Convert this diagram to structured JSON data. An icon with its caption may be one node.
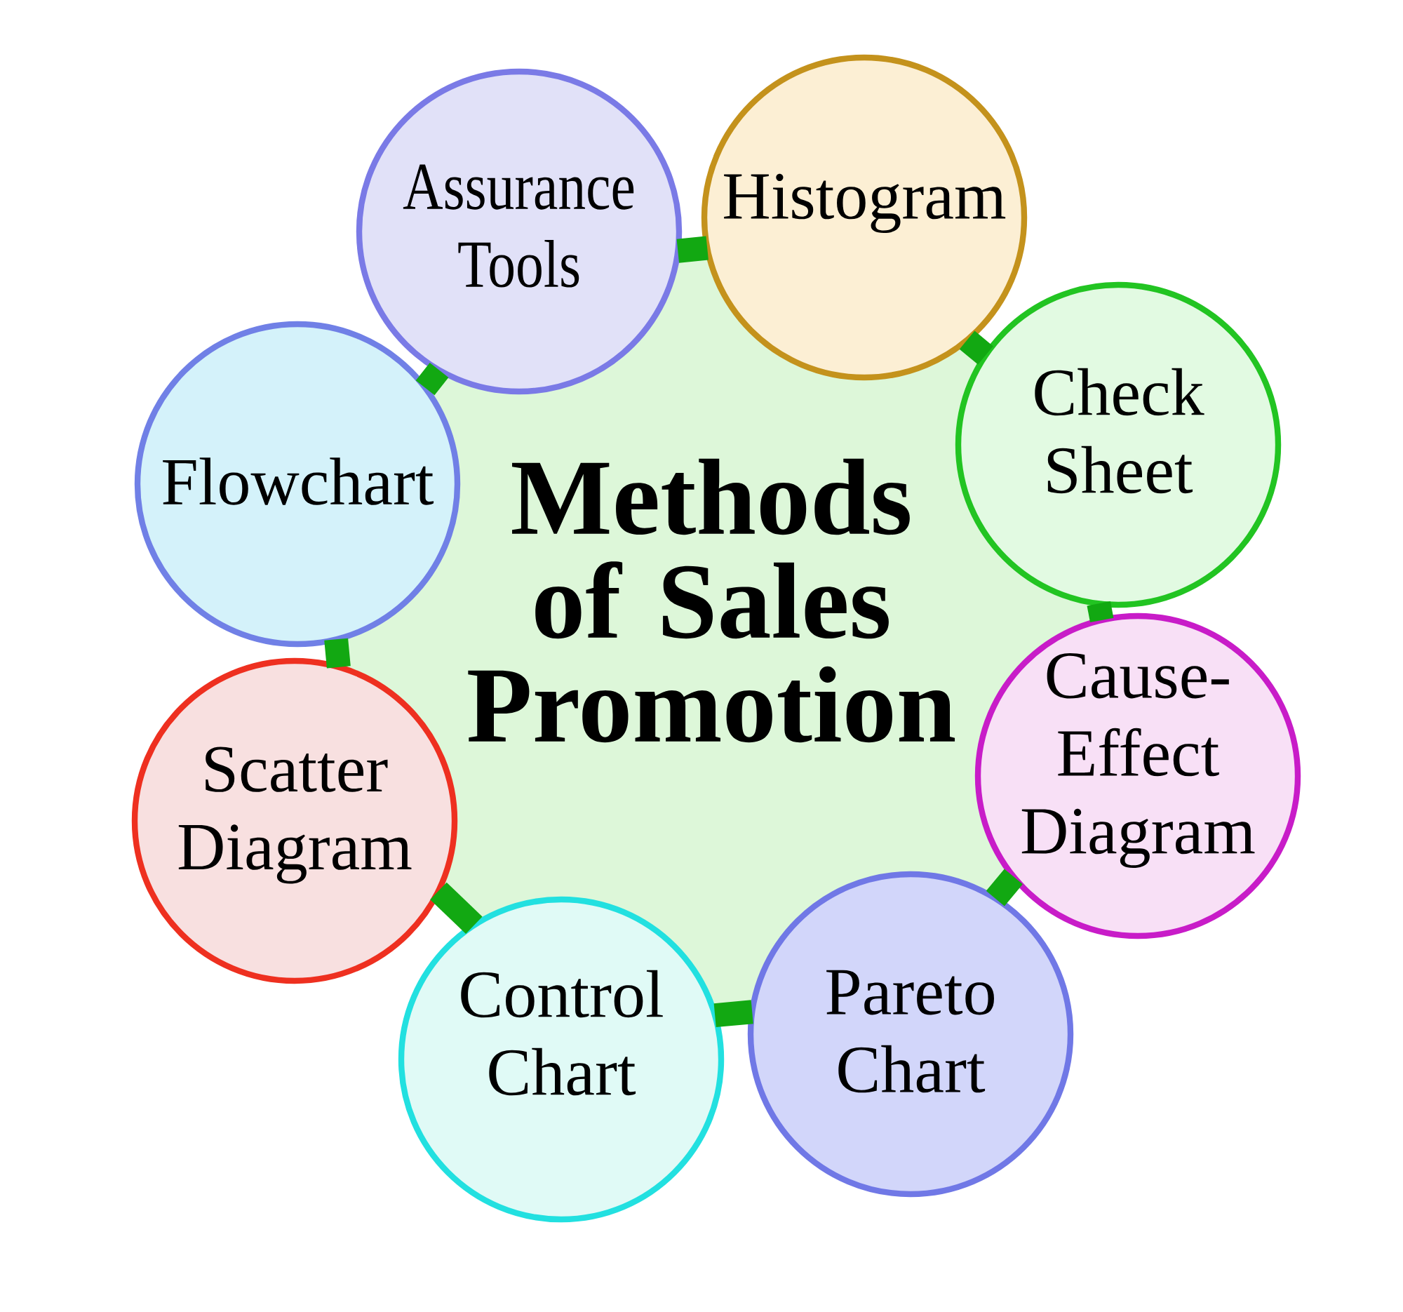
{
  "diagram": {
    "nodes": [
      {
        "text": [
          "Methods of Sales Promotion"
        ]
      },
      {
        "text": [
          "Assurance Tools"
        ]
      },
      {
        "text": [
          "Histogram"
        ]
      },
      {
        "text": [
          "Check Sheet"
        ]
      },
      {
        "text": [
          "Cause-Effect Diagram"
        ]
      },
      {
        "text": [
          "Pareto Chart"
        ]
      },
      {
        "text": [
          "Control Chart"
        ]
      },
      {
        "text": [
          "Scatter Diagram"
        ]
      },
      {
        "text": [
          "Flowchart"
        ]
      }
    ],
    "edges": [
      {
        "from": 1,
        "to": 2,
        "arrow": "none"
      },
      {
        "from": 2,
        "to": 3,
        "arrow": "none"
      },
      {
        "from": 3,
        "to": 4,
        "arrow": "none"
      },
      {
        "from": 4,
        "to": 5,
        "arrow": "none"
      },
      {
        "from": 5,
        "to": 6,
        "arrow": "none"
      },
      {
        "from": 6,
        "to": 7,
        "arrow": "none"
      },
      {
        "from": 7,
        "to": 8,
        "arrow": "none"
      },
      {
        "from": 8,
        "to": 1,
        "arrow": "none"
      }
    ]
  }
}
